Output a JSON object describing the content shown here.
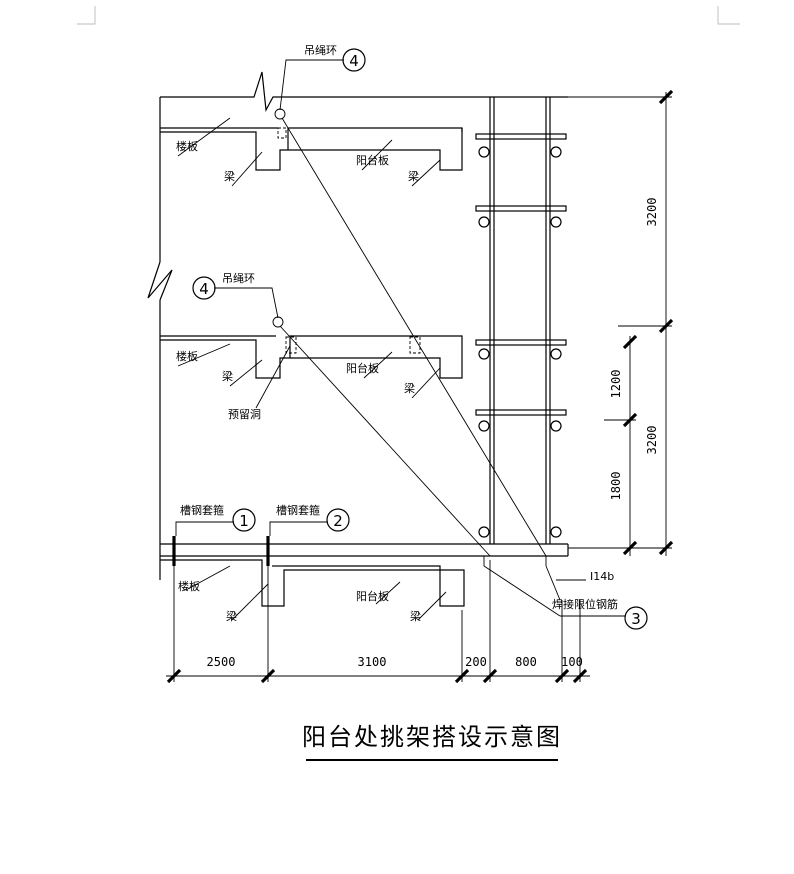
{
  "title": "阳台处挑架搭设示意图",
  "labels": {
    "floor_slab": "楼板",
    "beam": "梁",
    "balcony_slab": "阳台板",
    "lifting_ring": "吊绳环",
    "reserved_hole": "预留洞",
    "channel_sleeve_1": "槽钢套箍",
    "channel_sleeve_2": "槽钢套箍",
    "steel_section": "I14b",
    "limit_bar": "焊接限位钢筋"
  },
  "callouts": {
    "c1": "1",
    "c2": "2",
    "c3": "3",
    "c4_top": "4",
    "c4_mid": "4"
  },
  "dimensions": {
    "horizontal": [
      "2500",
      "3100",
      "200",
      "800",
      "100"
    ],
    "right_outer": [
      "3200",
      "3200"
    ],
    "right_inner": [
      "1200",
      "1800"
    ]
  }
}
